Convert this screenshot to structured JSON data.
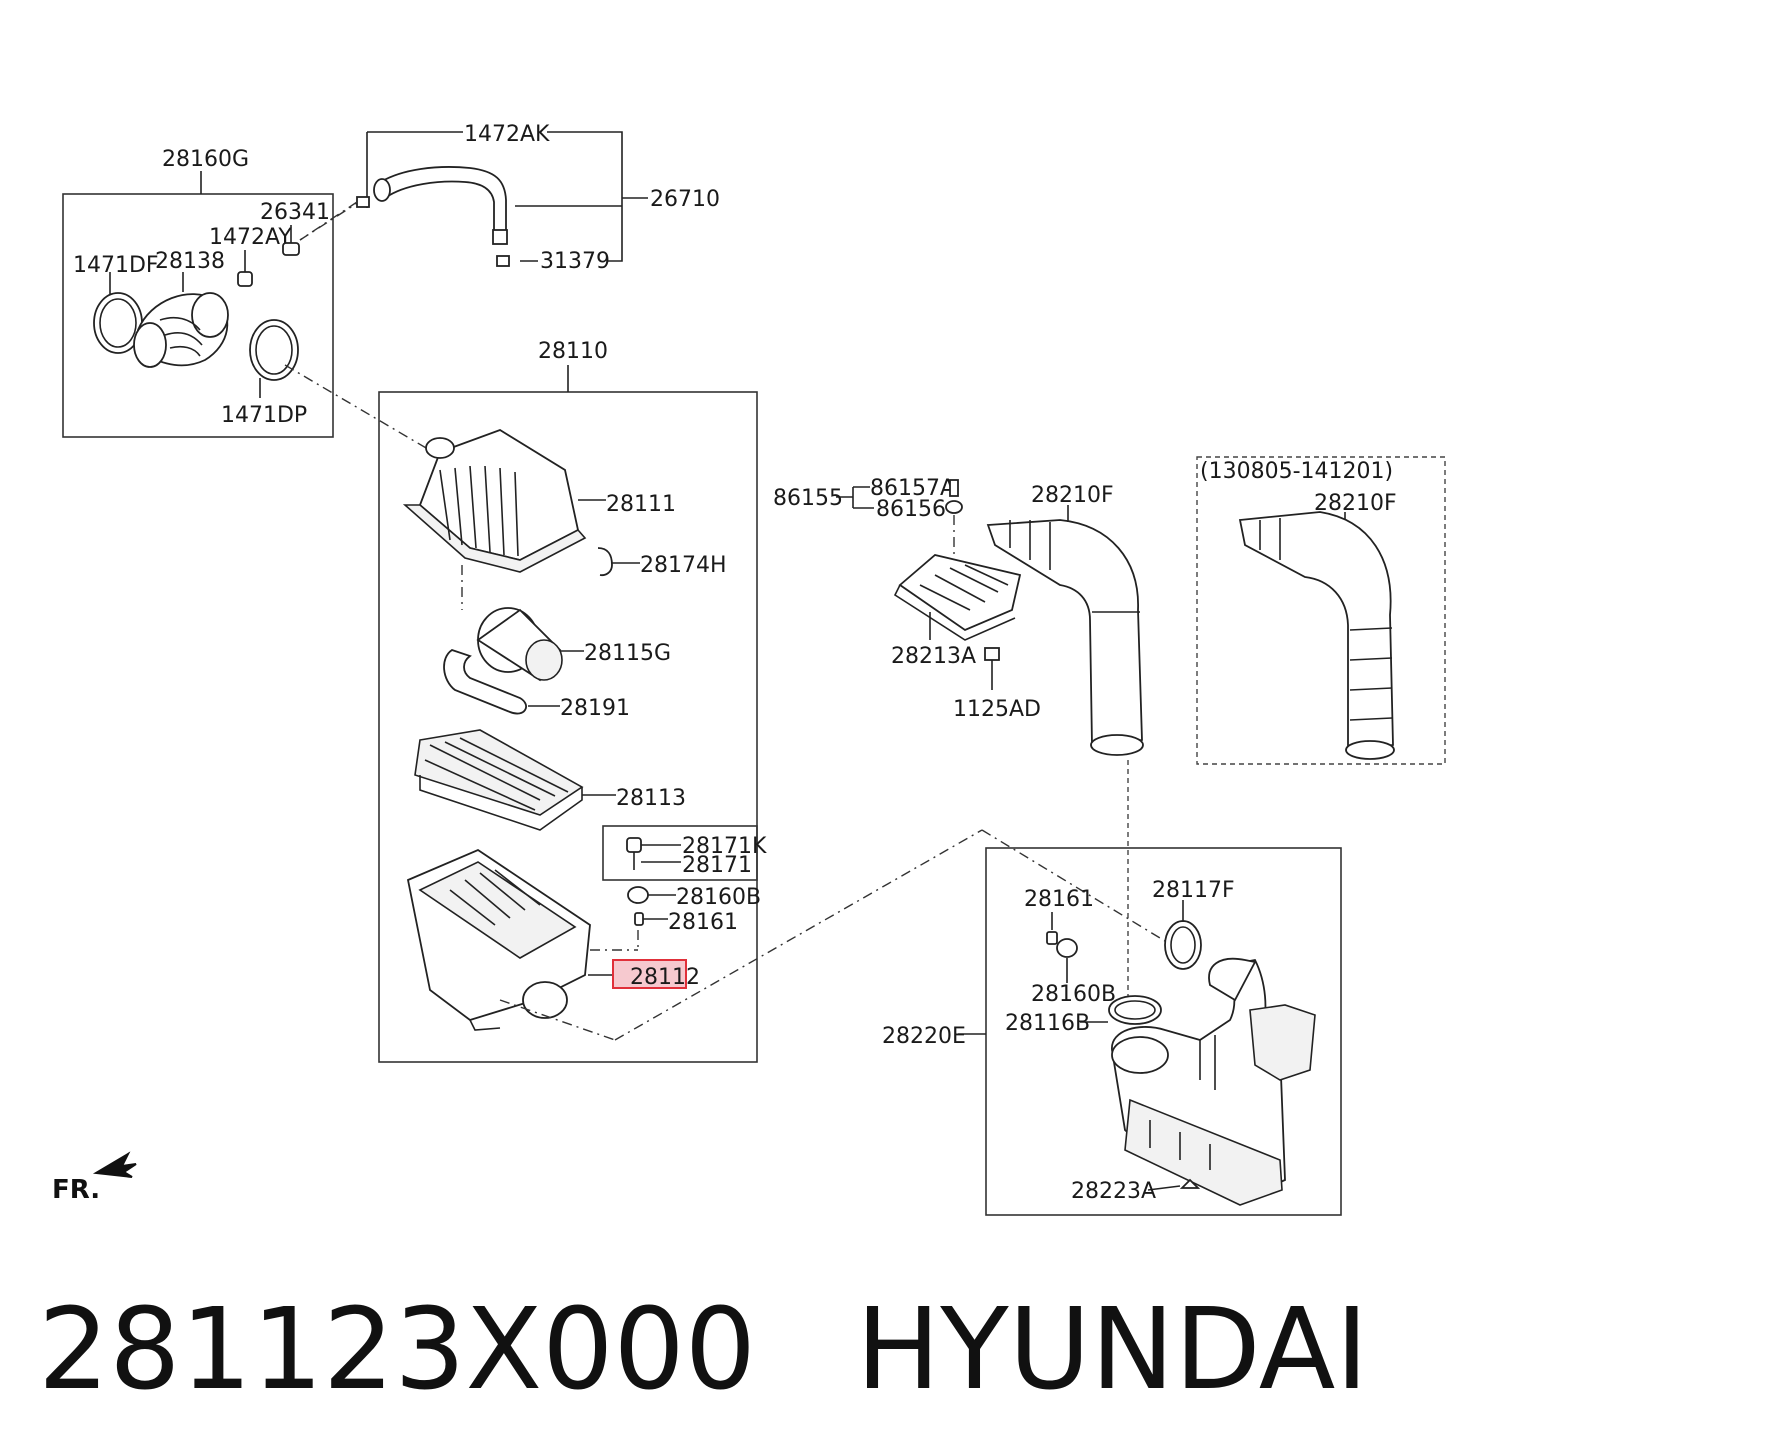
{
  "labels": {
    "l28160G": "28160G",
    "l1472AK": "1472AK",
    "l26710": "26710",
    "l26341": "26341",
    "l1472AY": "1472AY",
    "l1471DF": "1471DF",
    "l28138": "28138",
    "l31379": "31379",
    "l1471DP": "1471DP",
    "l28110": "28110",
    "l28111": "28111",
    "l28174H": "28174H",
    "l28115G": "28115G",
    "l28191": "28191",
    "l28113": "28113",
    "l28171K": "28171K",
    "l28171": "28171",
    "l28160B_a": "28160B",
    "l28161_a": "28161",
    "l28112": "28112",
    "l86155": "86155",
    "l86157A": "86157A",
    "l86156": "86156",
    "l28210F_a": "28210F",
    "l28213A": "28213A",
    "l1125AD": "1125AD",
    "lRange": "(130805-141201)",
    "l28210F_b": "28210F",
    "l28161_b": "28161",
    "l28117F": "28117F",
    "l28160B_b": "28160B",
    "l28116B": "28116B",
    "l28220E": "28220E",
    "l28223A": "28223A",
    "lFR": "FR."
  },
  "footer": {
    "part_number": "281123X000",
    "brand": "HYUNDAI"
  },
  "highlight_color": "#e0303a"
}
